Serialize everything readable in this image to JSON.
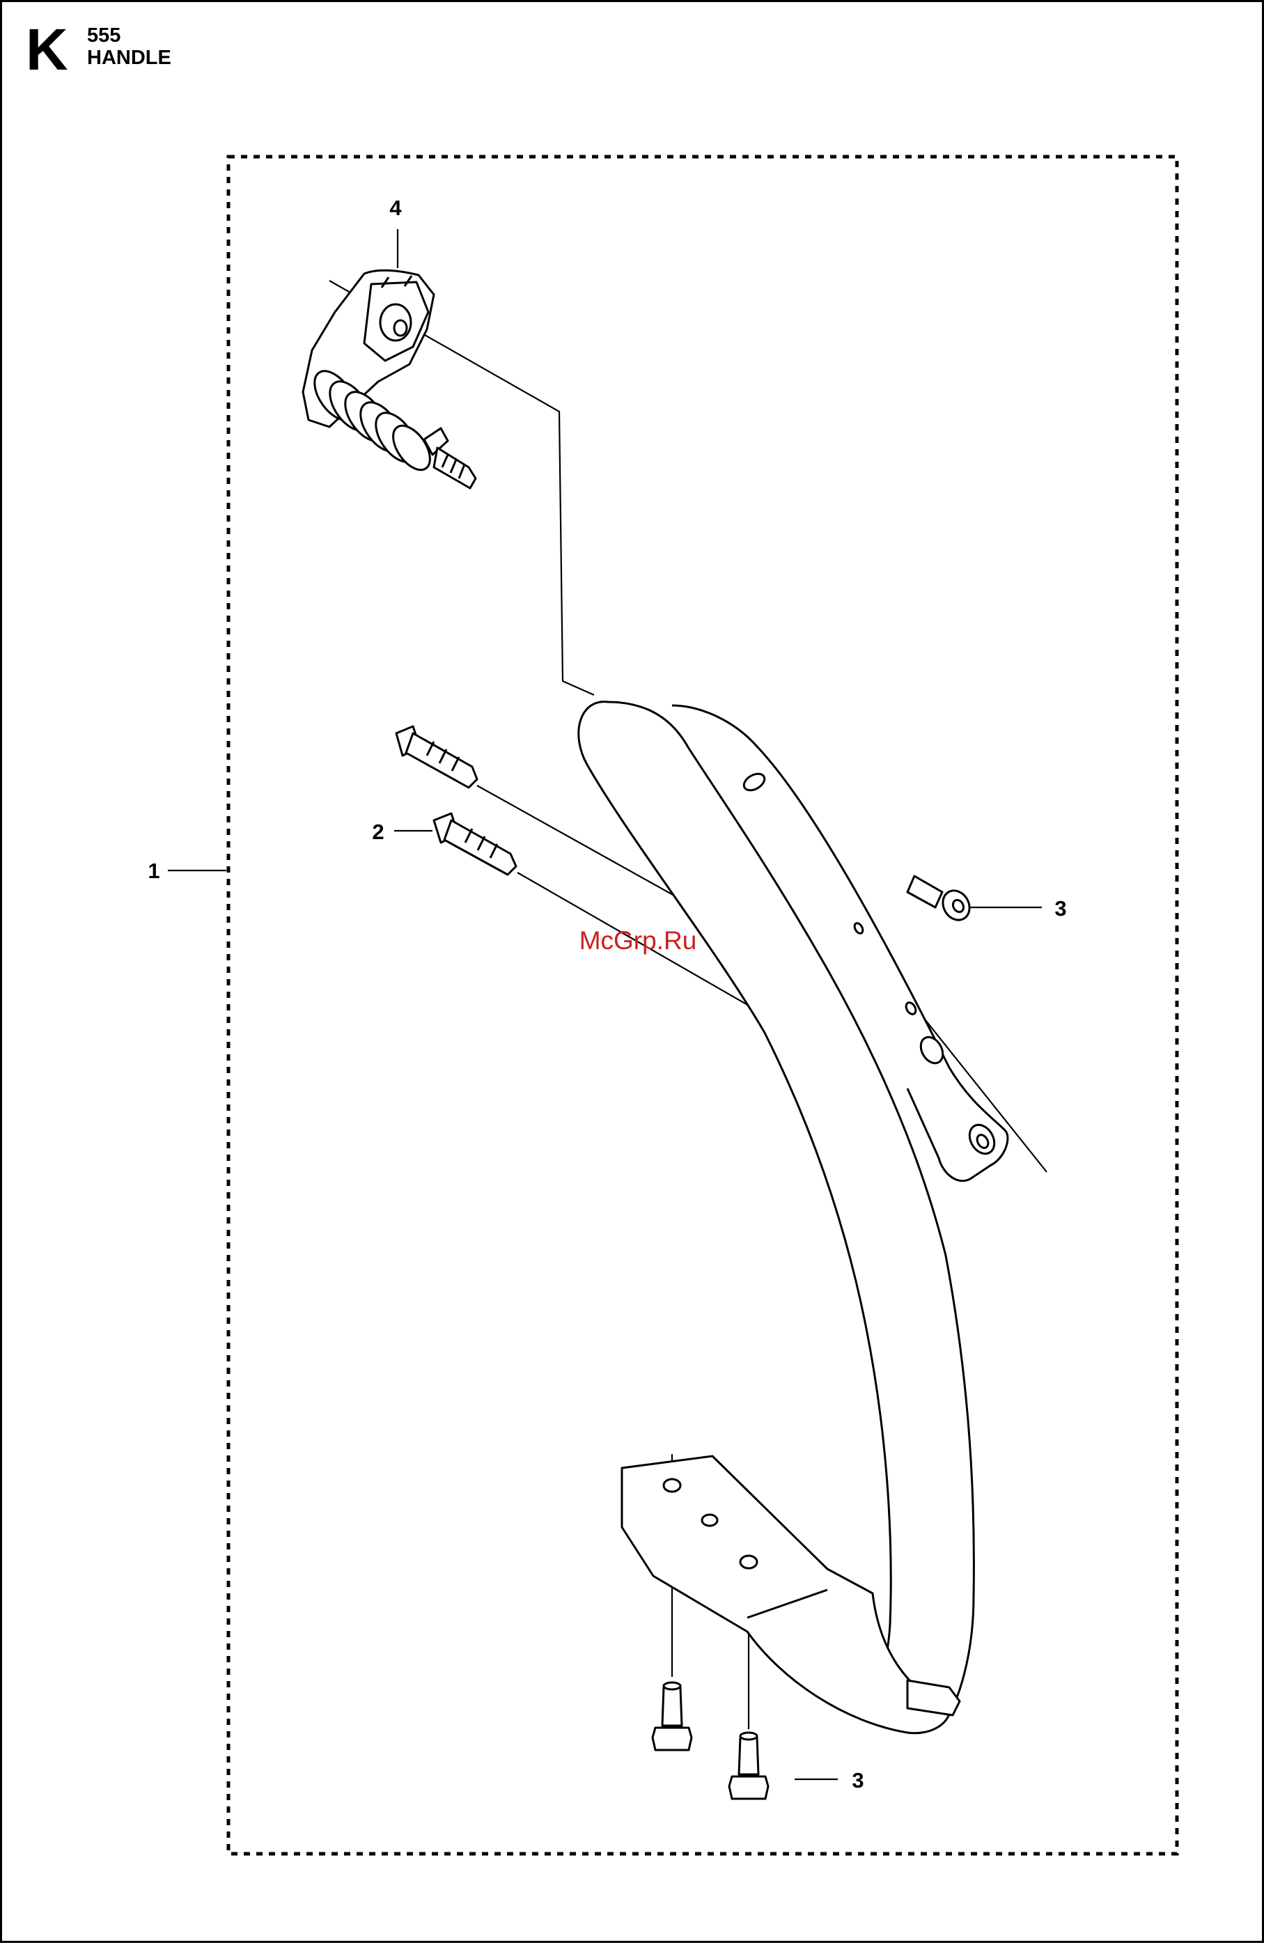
{
  "header": {
    "section_letter": "K",
    "page_number": "555",
    "title": "HANDLE"
  },
  "callouts": {
    "kit": "1",
    "screw_left": "2",
    "screw_right": "3",
    "screw_bottom": "3",
    "damper": "4"
  },
  "watermark": "McGrp.Ru",
  "colors": {
    "line": "#000000",
    "watermark": "#cc2020",
    "background": "#ffffff"
  }
}
